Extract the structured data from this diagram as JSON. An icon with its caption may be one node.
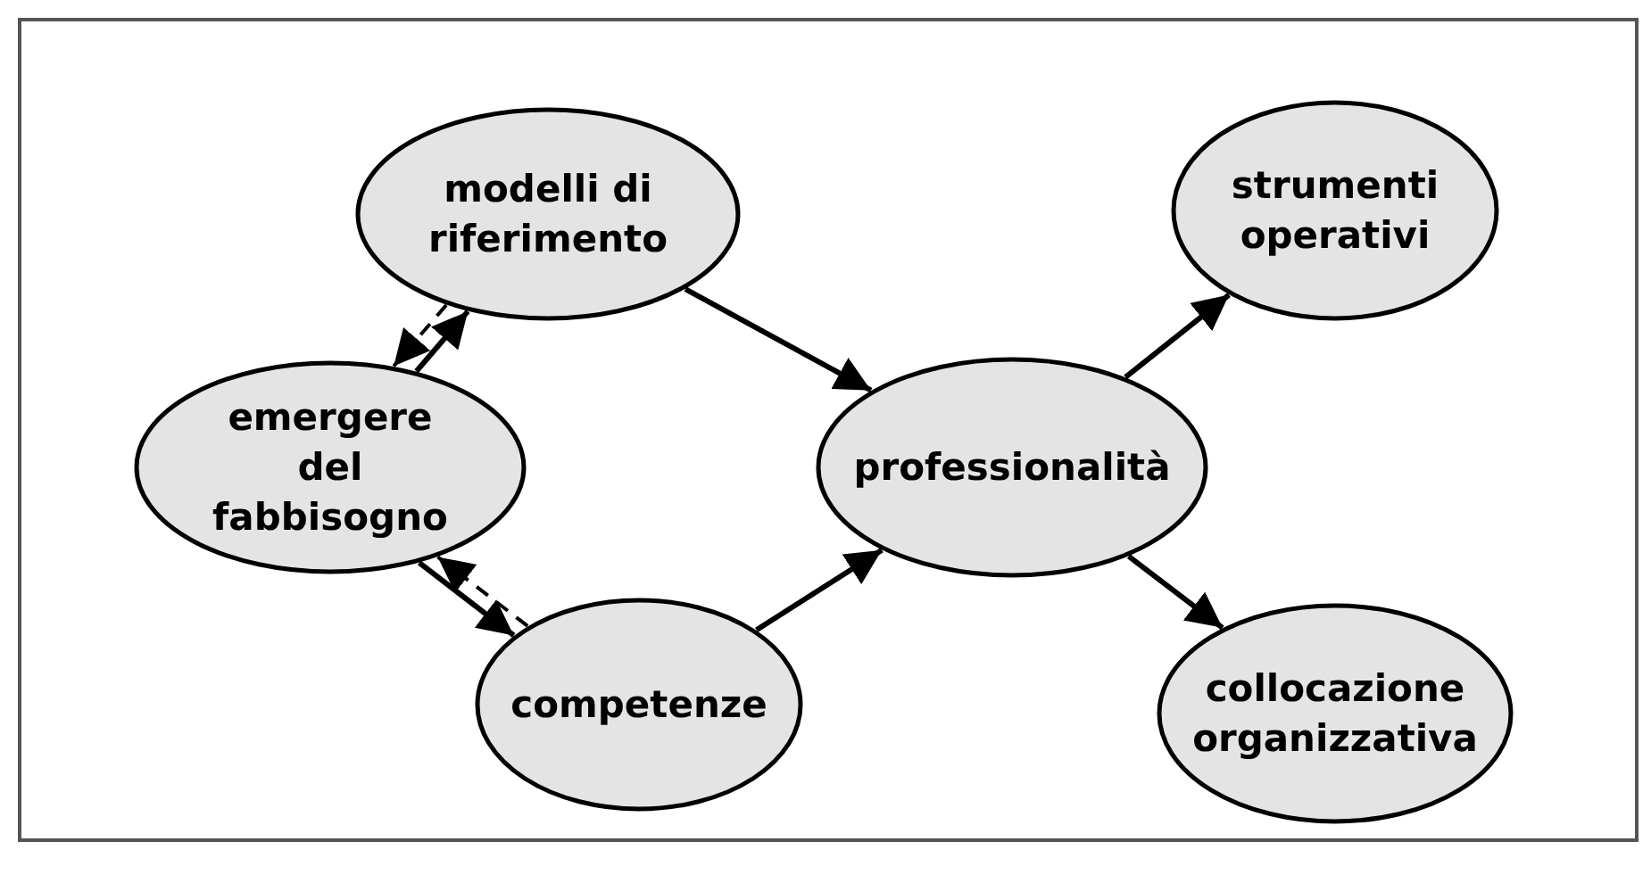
{
  "diagram": {
    "nodes": [
      {
        "text": [
          "modelli di riferimento"
        ]
      },
      {
        "text": [
          "emergere del fabbisogno"
        ]
      },
      {
        "text": [
          "competenze"
        ]
      },
      {
        "text": [
          "professionalità"
        ]
      },
      {
        "text": [
          "strumenti operativi"
        ]
      },
      {
        "text": [
          "collocazione organizzativa"
        ]
      }
    ],
    "edges": [
      {
        "from": 1,
        "to": 0,
        "arrow": "to"
      },
      {
        "from": 0,
        "to": 1,
        "arrow": "to",
        "style": "dashed"
      },
      {
        "from": 1,
        "to": 2,
        "arrow": "to"
      },
      {
        "from": 2,
        "to": 1,
        "arrow": "to",
        "style": "dashed"
      },
      {
        "from": 0,
        "to": 3,
        "arrow": "to"
      },
      {
        "from": 2,
        "to": 3,
        "arrow": "to"
      },
      {
        "from": 3,
        "to": 4,
        "arrow": "to"
      },
      {
        "from": 3,
        "to": 5,
        "arrow": "to"
      }
    ]
  }
}
